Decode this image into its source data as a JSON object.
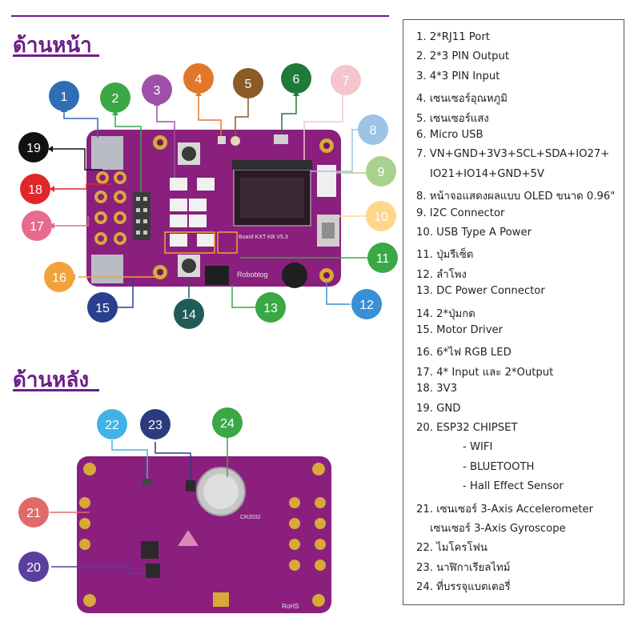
{
  "front_heading": "ด้านหน้า",
  "back_heading": "ด้านหลัง",
  "front_board": {
    "silk_label": "Roboblog",
    "version_label": "Board KXT KB V5.3"
  },
  "back_board": {
    "rohs_label": "RoHS",
    "battery_label": "CR2032"
  },
  "legend": [
    {
      "text": "1. 2*RJ11 Port"
    },
    {
      "text": "2. 2*3 PIN Output"
    },
    {
      "text": "3. 4*3 PIN Input"
    },
    {
      "text": "4. เซนเซอร์อุณหภูมิ"
    },
    {
      "text": "5. เซนเซอร์แสง"
    },
    {
      "text": "6. Micro USB"
    },
    {
      "text": "7. VN+GND+3V3+SCL+SDA+IO27+"
    },
    {
      "text": "IO21+IO14+GND+5V",
      "indent": "cont"
    },
    {
      "text": "8. หน้าจอแสดงผลแบบ OLED ขนาด 0.96\""
    },
    {
      "text": "9. I2C Connector"
    },
    {
      "text": "10. USB Type A Power"
    },
    {
      "text": "11. ปุ่มรีเซ็ต"
    },
    {
      "text": "12. ลำโพง"
    },
    {
      "text": "13. DC Power Connector"
    },
    {
      "text": "14. 2*ปุ่มกด"
    },
    {
      "text": "15. Motor Driver"
    },
    {
      "text": "16. 6*ไฟ RGB LED"
    },
    {
      "text": "17. 4* Input และ 2*Output"
    },
    {
      "text": "18. 3V3"
    },
    {
      "text": "19. GND"
    },
    {
      "text": "20. ESP32 CHIPSET"
    },
    {
      "text": "- WIFI",
      "indent": "sub"
    },
    {
      "text": "- BLUETOOTH",
      "indent": "sub"
    },
    {
      "text": "- Hall Effect Sensor",
      "indent": "sub"
    },
    {
      "text": "21. เซนเซอร์ 3-Axis Accelerometer"
    },
    {
      "text": "เซนเซอร์ 3-Axis Gyroscope",
      "indent": "cont"
    },
    {
      "text": "22. ไมโครโฟน"
    },
    {
      "text": "23. นาฬิกาเรียลไทม์"
    },
    {
      "text": "24. ที่บรรจุแบตเตอรี่"
    }
  ],
  "callouts": [
    {
      "num": "1",
      "color": "#2f6db5"
    },
    {
      "num": "2",
      "color": "#3aa845"
    },
    {
      "num": "3",
      "color": "#a04fa8"
    },
    {
      "num": "4",
      "color": "#e2772a"
    },
    {
      "num": "5",
      "color": "#8b5a26"
    },
    {
      "num": "6",
      "color": "#1e7a3a"
    },
    {
      "num": "7",
      "color": "#f2c6cc"
    },
    {
      "num": "8",
      "color": "#9dc3e6"
    },
    {
      "num": "9",
      "color": "#a9d18e"
    },
    {
      "num": "10",
      "color": "#ffd68a"
    },
    {
      "num": "11",
      "color": "#3aa845"
    },
    {
      "num": "12",
      "color": "#3a8fd6"
    },
    {
      "num": "13",
      "color": "#3aa845"
    },
    {
      "num": "14",
      "color": "#1f5c58"
    },
    {
      "num": "15",
      "color": "#2b3f8f"
    },
    {
      "num": "16",
      "color": "#f2a23a"
    },
    {
      "num": "17",
      "color": "#e76b8c"
    },
    {
      "num": "18",
      "color": "#e0262b"
    },
    {
      "num": "19",
      "color": "#111111"
    },
    {
      "num": "20",
      "color": "#5b3f9c"
    },
    {
      "num": "21",
      "color": "#e06a6a"
    },
    {
      "num": "22",
      "color": "#3fb3e6"
    },
    {
      "num": "23",
      "color": "#2c3b80"
    },
    {
      "num": "24",
      "color": "#3aa845"
    }
  ],
  "colors": {
    "pcb": "#8a1f7e",
    "pcb_dark": "#6e1663",
    "heading": "#6c1d86",
    "pad": "#d9a83a"
  }
}
